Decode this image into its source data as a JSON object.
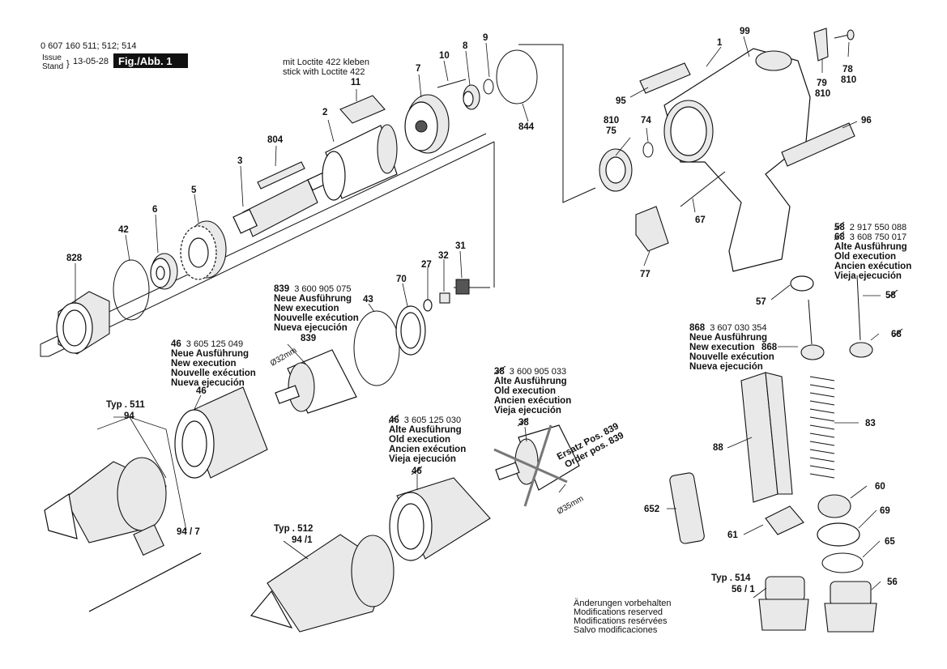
{
  "header": {
    "part_numbers": "0 607 160 511; 512; 514",
    "issue": "Issue",
    "stand": "Stand",
    "date": "13-05-28",
    "figure": "Fig./Abb. 1"
  },
  "loctite_note": [
    "mit Loctite 422 kleben",
    "stick with Loctite 422"
  ],
  "callouts": {
    "c1": "1",
    "c2": "2",
    "c3": "3",
    "c5": "5",
    "c6": "6",
    "c7": "7",
    "c8": "8",
    "c9": "9",
    "c10": "10",
    "c11": "11",
    "c27": "27",
    "c31": "31",
    "c32": "32",
    "c42": "42",
    "c43": "43",
    "c46": "46",
    "c56": "56",
    "c57": "57",
    "c58": "58",
    "c60": "60",
    "c61": "61",
    "c65": "65",
    "c67": "67",
    "c69": "69",
    "c70": "70",
    "c74": "74",
    "c75": "75",
    "c77": "77",
    "c78": "78",
    "c79": "79",
    "c810a": "810",
    "c810b": "810",
    "c810c": "810",
    "c83": "83",
    "c88": "88",
    "c94": "94",
    "c95": "95",
    "c96": "96",
    "c99": "99",
    "c804": "804",
    "c828": "828",
    "c839": "839",
    "c844": "844",
    "c868": "868",
    "c652": "652",
    "c38": "38",
    "c46old": "46",
    "c58old": "58",
    "c68old": "68"
  },
  "dims": {
    "d32": "Ø32mm",
    "d35": "Ø35mm"
  },
  "types": {
    "t511": "Typ . 511",
    "t511_part": "94",
    "t512": "Typ . 512",
    "t512_part": "94 /1",
    "t514": "Typ . 514",
    "t514_part": "56 / 1",
    "key": "94 / 7"
  },
  "blocks": {
    "b839": {
      "num": "839",
      "code": "3 600 905 075",
      "lines": [
        "Neue Ausführung",
        "New execution",
        "Nouvelle exécution",
        "Nueva ejecución"
      ]
    },
    "b46": {
      "num": "46",
      "code": "3 605 125 049",
      "lines": [
        "Neue Ausführung",
        "New execution",
        "Nouvelle exécution",
        "Nueva ejecución"
      ]
    },
    "b868": {
      "num": "868",
      "code": "3 607 030 354",
      "lines": [
        "Neue Ausführung",
        "New execution",
        "Nouvelle exécution",
        "Nueva ejecución"
      ]
    },
    "b38": {
      "num": "38",
      "code": "3 600 905 033",
      "lines": [
        "Alte Ausführung",
        "Old execution",
        "Ancien exécution",
        "Vieja ejecución"
      ]
    },
    "b46old": {
      "num": "46",
      "code": "3 605 125 030",
      "lines": [
        "Alte Ausführung",
        "Old execution",
        "Ancien exécution",
        "Vieja ejecución"
      ]
    },
    "b58": {
      "num1": "58",
      "code1": "2 917 550 088",
      "num2": "68",
      "code2": "3 608 750 017",
      "lines": [
        "Alte Ausführung",
        "Old execution",
        "Ancien exécution",
        "Vieja ejecución"
      ]
    }
  },
  "replacement": [
    "Ersatz Pos. 839",
    "Order pos. 839"
  ],
  "footer": [
    "Änderungen vorbehalten",
    "Modifications reserved",
    "Modifications resérvées",
    "Salvo modificaciones"
  ]
}
